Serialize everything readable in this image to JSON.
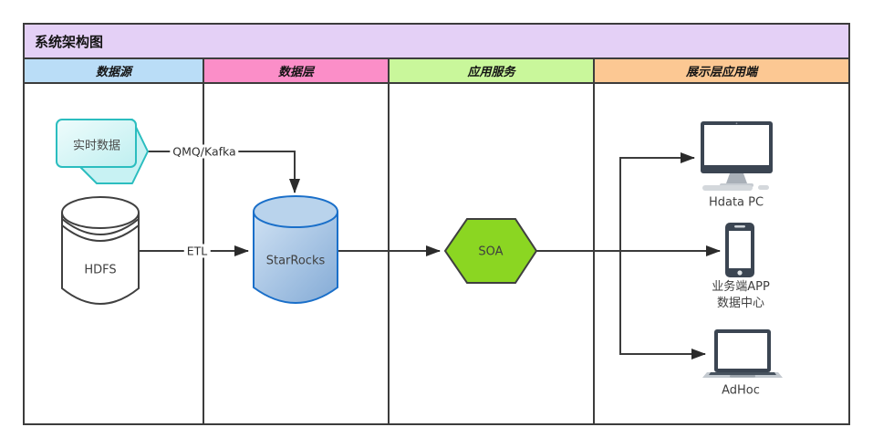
{
  "title": "系统架构图",
  "frame": {
    "title_bg": "#e4d0f6",
    "border_color": "#3c3c3c"
  },
  "columns": [
    {
      "label": "数据源",
      "color": "#baddf7"
    },
    {
      "label": "数据层",
      "color": "#fb8ec8"
    },
    {
      "label": "应用服务",
      "color": "#c9f79b"
    },
    {
      "label": "展示层应用端",
      "color": "#fcc893"
    }
  ],
  "nodes": {
    "realtime": {
      "label": "实时数据",
      "type": "callout-card",
      "accent": "#2bbdbf"
    },
    "hdfs": {
      "label": "HDFS",
      "type": "cylinder",
      "accent": "#404040"
    },
    "starrocks": {
      "label": "StarRocks",
      "type": "cylinder",
      "accent": "#1a6fc9"
    },
    "soa": {
      "label": "SOA",
      "type": "hexagon",
      "accent": "#8bd622"
    },
    "hdata_pc": {
      "label": "Hdata PC",
      "type": "desktop-monitor"
    },
    "business_app": {
      "label_line1": "业务端APP",
      "label_line2": "数据中心",
      "type": "smartphone"
    },
    "adhoc": {
      "label": "AdHoc",
      "type": "laptop"
    }
  },
  "edges": [
    {
      "from": "realtime",
      "to": "starrocks",
      "label": "QMQ/Kafka"
    },
    {
      "from": "hdfs",
      "to": "starrocks",
      "label": "ETL"
    },
    {
      "from": "starrocks",
      "to": "soa",
      "label": ""
    },
    {
      "from": "soa",
      "to": "hdata_pc",
      "label": ""
    },
    {
      "from": "soa",
      "to": "business_app",
      "label": ""
    },
    {
      "from": "soa",
      "to": "adhoc",
      "label": ""
    }
  ]
}
